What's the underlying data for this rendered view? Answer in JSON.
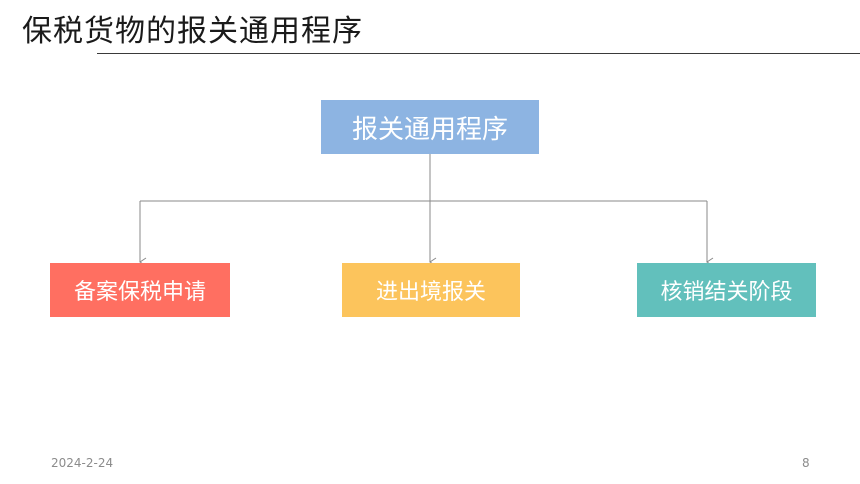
{
  "title": "保税货物的报关通用程序",
  "diagram": {
    "root": {
      "label": "报关通用程序",
      "color": "#8db4e2"
    },
    "children": [
      {
        "label": "备案保税申请",
        "color": "#ff6f61"
      },
      {
        "label": "进出境报关",
        "color": "#fcc45c"
      },
      {
        "label": "核销结关阶段",
        "color": "#62c0bc"
      }
    ],
    "connector_color": "#8a8a8a"
  },
  "footer": {
    "date": "2024-2-24",
    "page": "8"
  }
}
